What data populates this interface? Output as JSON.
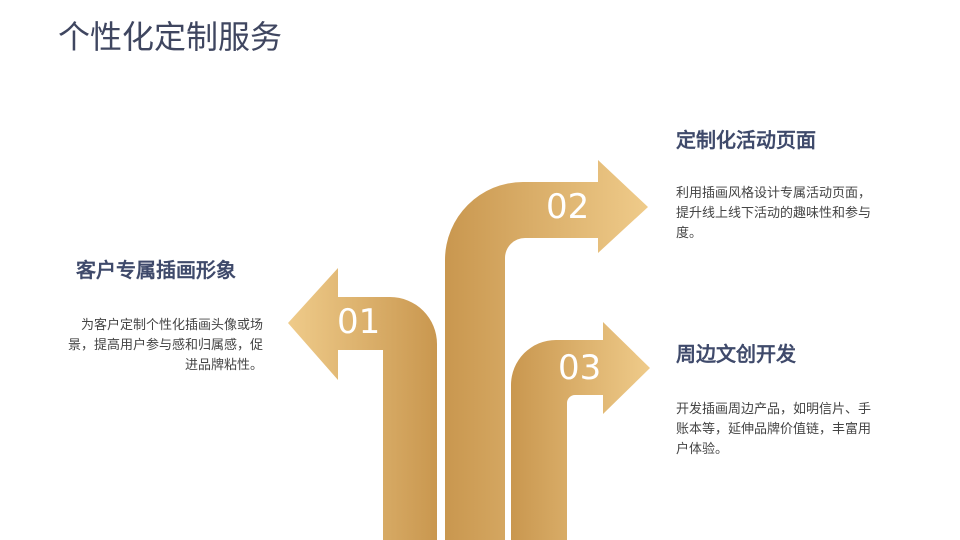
{
  "title": "个性化定制服务",
  "items": [
    {
      "number": "01",
      "heading": "客户专属插画形象",
      "desc": "为客户定制个性化插画头像或场景，提高用户参与感和归属感，促进品牌粘性。"
    },
    {
      "number": "02",
      "heading": "定制化活动页面",
      "desc": "利用插画风格设计专属活动页面，提升线上线下活动的趣味性和参与度。"
    },
    {
      "number": "03",
      "heading": "周边文创开发",
      "desc": "开发插画周边产品，如明信片、手账本等，延伸品牌价值链，丰富用户体验。"
    }
  ],
  "colors": {
    "gold_dark": "#C9974F",
    "gold_light": "#EFCB8A",
    "heading": "#3f4a6b"
  }
}
